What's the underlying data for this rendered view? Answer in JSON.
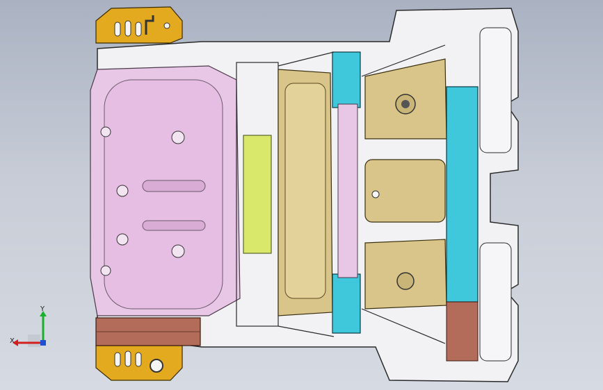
{
  "viewport": {
    "background_top": "#aab2c2",
    "background_bottom": "#d6dae2"
  },
  "model": {
    "subject": "vehicle-floor-pan-assembly",
    "colors": {
      "rear_floor": "#e8c6e6",
      "front_floor": "#d9c58a",
      "yellow_brackets": "#e3a91f",
      "cyan_rails": "#3fc7dc",
      "green_crossmember": "#d9e86a",
      "red_rail": "#b36b5a",
      "frame_white": "#f4f4f6",
      "edge_dark": "#2a2a2a"
    }
  },
  "triad": {
    "x_label": "X",
    "y_label": "Y",
    "x_color": "#d21f1f",
    "y_color": "#19b02e",
    "z_color": "#1f4fd2"
  }
}
